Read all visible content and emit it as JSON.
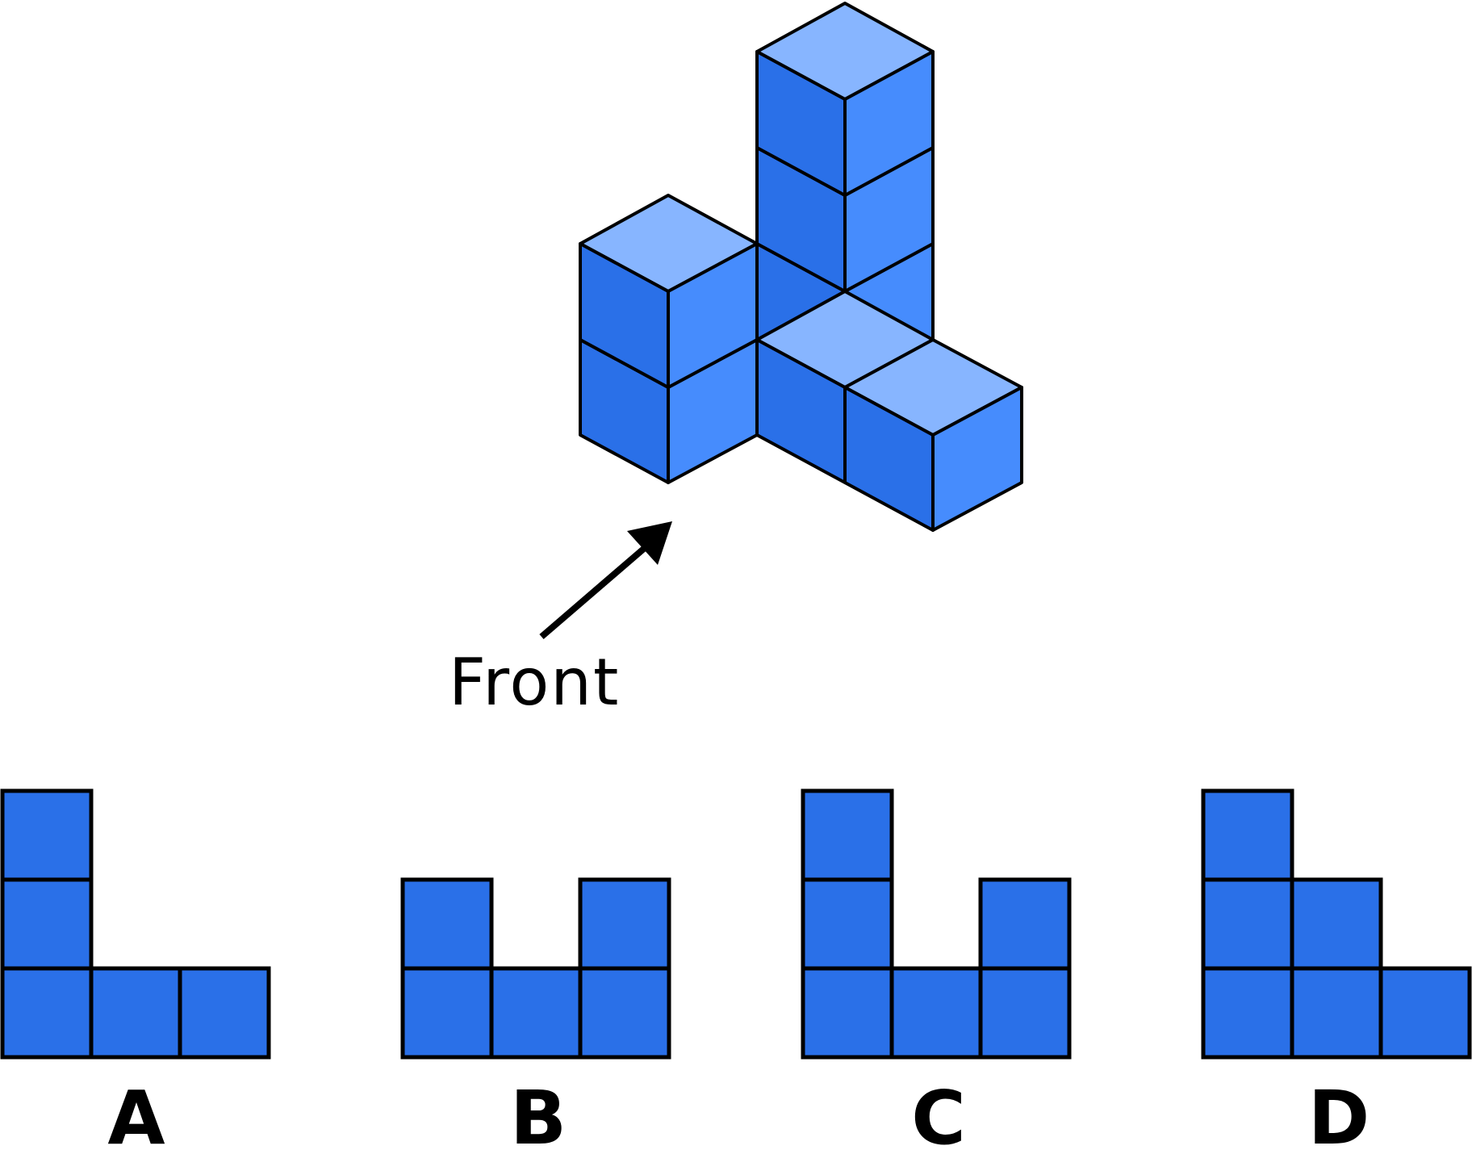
{
  "front_label": "Front",
  "options": [
    {
      "label": "A",
      "columns": [
        3,
        1,
        1
      ]
    },
    {
      "label": "B",
      "columns": [
        2,
        1,
        2
      ]
    },
    {
      "label": "C",
      "columns": [
        3,
        1,
        2
      ]
    },
    {
      "label": "D",
      "columns": [
        3,
        2,
        1
      ]
    }
  ],
  "colors": {
    "cube_top": "#87b5ff",
    "cube_left": "#2a70e8",
    "cube_right": "#468cfd",
    "view_square": "#2a70e8",
    "outline": "#000000"
  }
}
